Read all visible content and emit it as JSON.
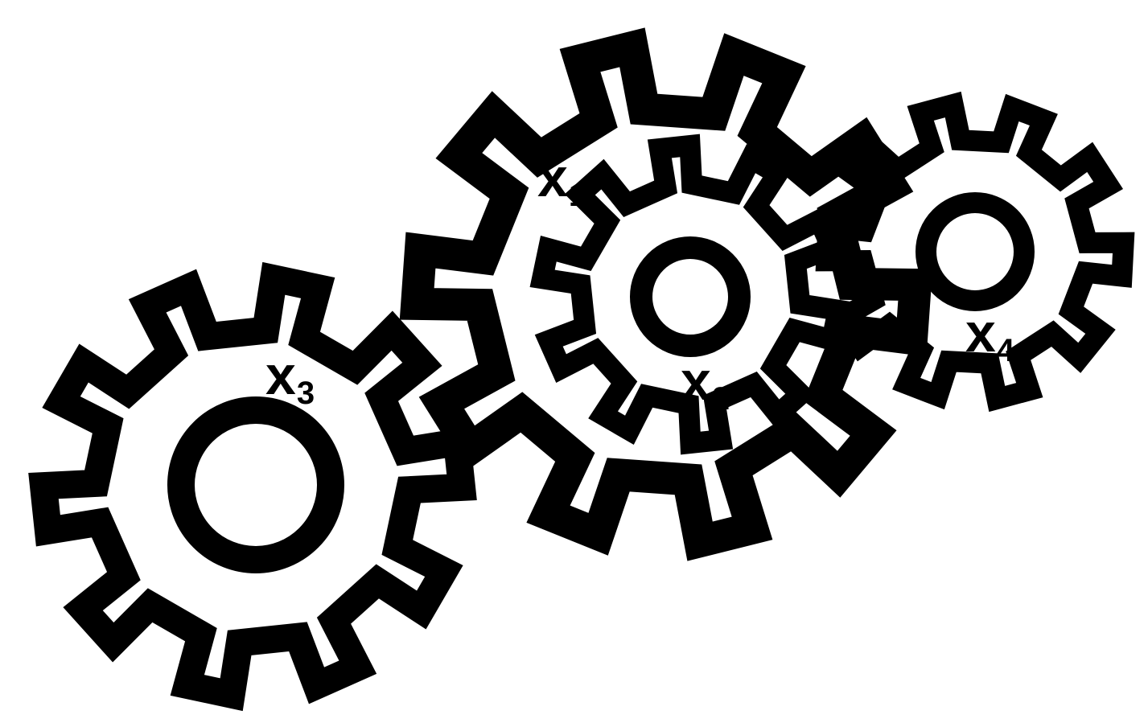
{
  "colors": {
    "background": "#ffffff",
    "ink": "#000000"
  },
  "gears": [
    {
      "id": "x1",
      "variable": "x",
      "subscript": "1",
      "teeth": 10
    },
    {
      "id": "x2",
      "variable": "x",
      "subscript": "2",
      "teeth": 10
    },
    {
      "id": "x3",
      "variable": "x",
      "subscript": "3",
      "teeth": 10
    },
    {
      "id": "x4",
      "variable": "x",
      "subscript": "4",
      "teeth": 10
    }
  ]
}
